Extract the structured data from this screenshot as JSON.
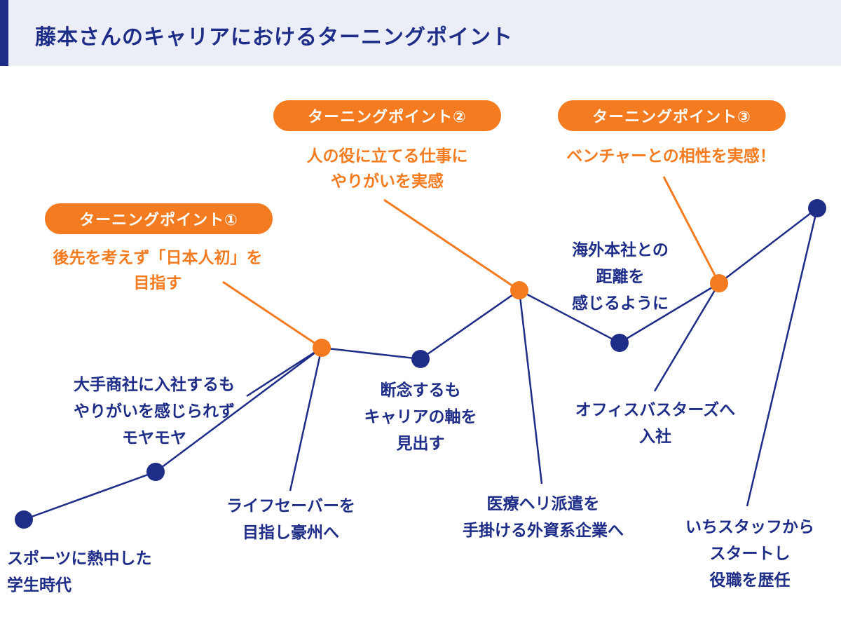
{
  "header": {
    "title": "藤本さんのキャリアにおけるターニングポイント",
    "accent_color": "#1e2d87",
    "background_color": "#ebedf7"
  },
  "colors": {
    "navy": "#1e2d87",
    "orange": "#f47b20"
  },
  "turning_points": [
    {
      "label": "ターニングポイント①",
      "text": [
        "後先を考えず「日本人初」を",
        "目指す"
      ]
    },
    {
      "label": "ターニングポイント②",
      "text": [
        "人の役に立てる仕事に",
        "やりがいを実感"
      ]
    },
    {
      "label": "ターニングポイント③",
      "text": [
        "ベンチャーとの相性を実感！"
      ]
    }
  ],
  "milestones": [
    {
      "lines": [
        "スポーツに熱中した",
        "学生時代"
      ]
    },
    {
      "lines": [
        "大手商社に入社するも",
        "やりがいを感じられず",
        "モヤモヤ"
      ]
    },
    {
      "lines": [
        "ライフセーバーを",
        "目指し豪州へ"
      ]
    },
    {
      "lines": [
        "断念するも",
        "キャリアの軸を",
        "見出す"
      ]
    },
    {
      "lines": [
        "医療ヘリ派遣を",
        "手掛ける外資系企業へ"
      ]
    },
    {
      "lines": [
        "海外本社との",
        "距離を",
        "感じるように"
      ]
    },
    {
      "lines": [
        "オフィスバスターズへ",
        "入社"
      ]
    },
    {
      "lines": [
        "いちスタッフから",
        "スタートし",
        "役職を歴任"
      ]
    }
  ]
}
